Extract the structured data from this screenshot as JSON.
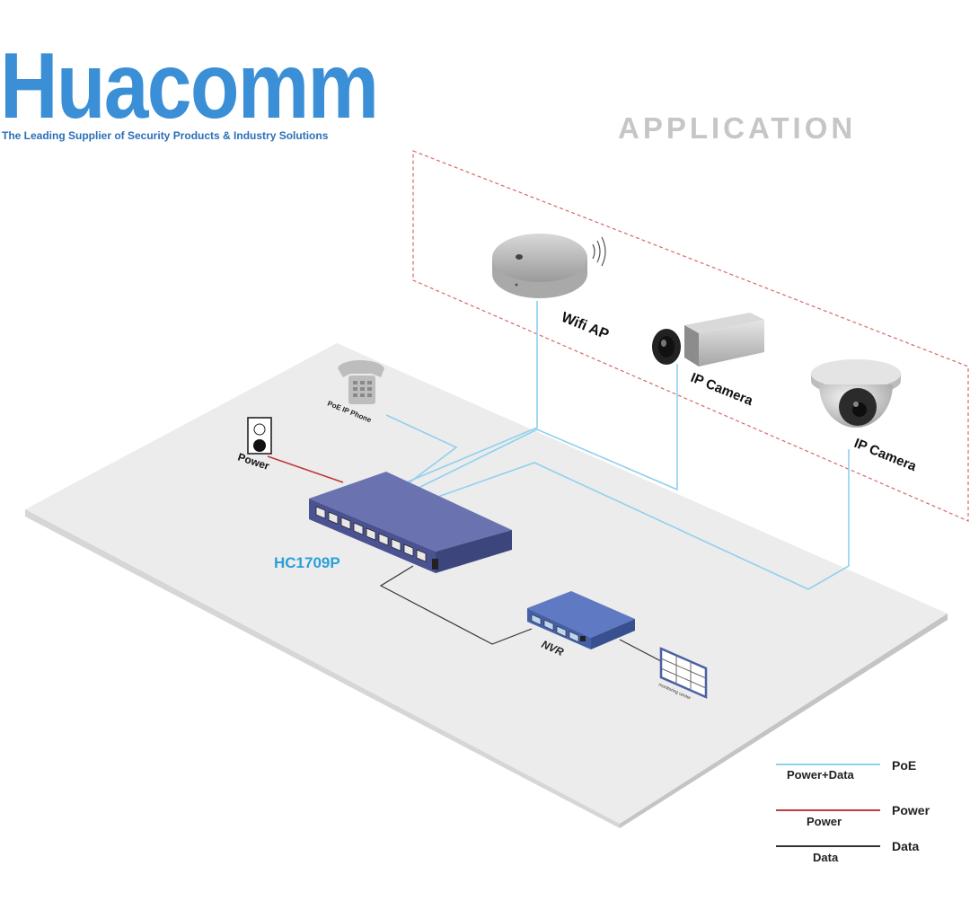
{
  "brand": {
    "name": "Huacomm",
    "tagline": "The Leading Supplier of  Security Products & Industry Solutions",
    "color": "#3a8fd6"
  },
  "title": "APPLICATION",
  "devices": {
    "wifi_ap": "Wifi AP",
    "ip_camera_1": "IP Camera",
    "ip_camera_2": "IP Camera",
    "ip_phone": "PoE IP Phone",
    "power": "Power",
    "switch_model": "HC1709P",
    "nvr": "NVR",
    "monitor": "monitoring center"
  },
  "legend": {
    "poe": {
      "name": "PoE",
      "label": "Power+Data",
      "color": "#8fd0ef"
    },
    "power": {
      "name": "Power",
      "label": "Power",
      "color": "#c0393b"
    },
    "data": {
      "name": "Data",
      "label": "Data",
      "color": "#333333"
    }
  },
  "colors": {
    "switch": "#5862a1",
    "nvr": "#4b67b3",
    "accent": "#2a9fd8",
    "floor": "#ececec"
  }
}
